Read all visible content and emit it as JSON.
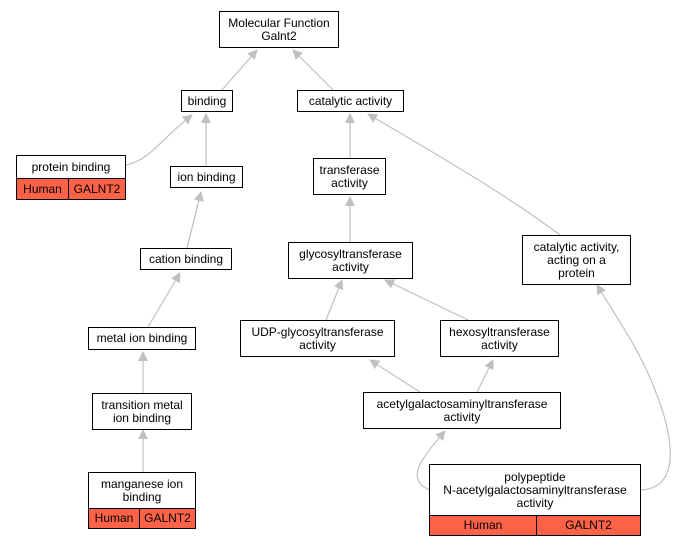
{
  "colors": {
    "edge": "#c0c0c0",
    "species_fill": "#ff6347",
    "node_border": "#000000"
  },
  "nodes": {
    "root": {
      "line1": "Molecular Function",
      "line2": "Galnt2"
    },
    "binding": {
      "label": "binding"
    },
    "catalytic_activity": {
      "label": "catalytic activity"
    },
    "protein_binding": {
      "title": "protein binding",
      "species": "Human",
      "gene": "GALNT2"
    },
    "ion_binding": {
      "label": "ion binding"
    },
    "transferase_activity": {
      "line1": "transferase",
      "line2": "activity"
    },
    "cation_binding": {
      "label": "cation binding"
    },
    "glycosyltransferase_activity": {
      "line1": "glycosyltransferase",
      "line2": "activity"
    },
    "catalytic_activity_on_protein": {
      "line1": "catalytic activity,",
      "line2": "acting on a",
      "line3": "protein"
    },
    "metal_ion_binding": {
      "label": "metal ion binding"
    },
    "udp_glycosyltransferase_activity": {
      "line1": "UDP-glycosyltransferase",
      "line2": "activity"
    },
    "hexosyltransferase_activity": {
      "line1": "hexosyltransferase",
      "line2": "activity"
    },
    "transition_metal_ion_binding": {
      "line1": "transition metal",
      "line2": "ion binding"
    },
    "acetylgalactosaminyltransferase_activity": {
      "line1": "acetylgalactosaminyltransferase",
      "line2": "activity"
    },
    "manganese_ion_binding": {
      "line1": "manganese ion",
      "line2": "binding",
      "species": "Human",
      "gene": "GALNT2"
    },
    "polypeptide_galnac_transferase_activity": {
      "line1": "polypeptide",
      "line2": "N-acetylgalactosaminyltransferase",
      "line3": "activity",
      "species": "Human",
      "gene": "GALNT2"
    }
  }
}
